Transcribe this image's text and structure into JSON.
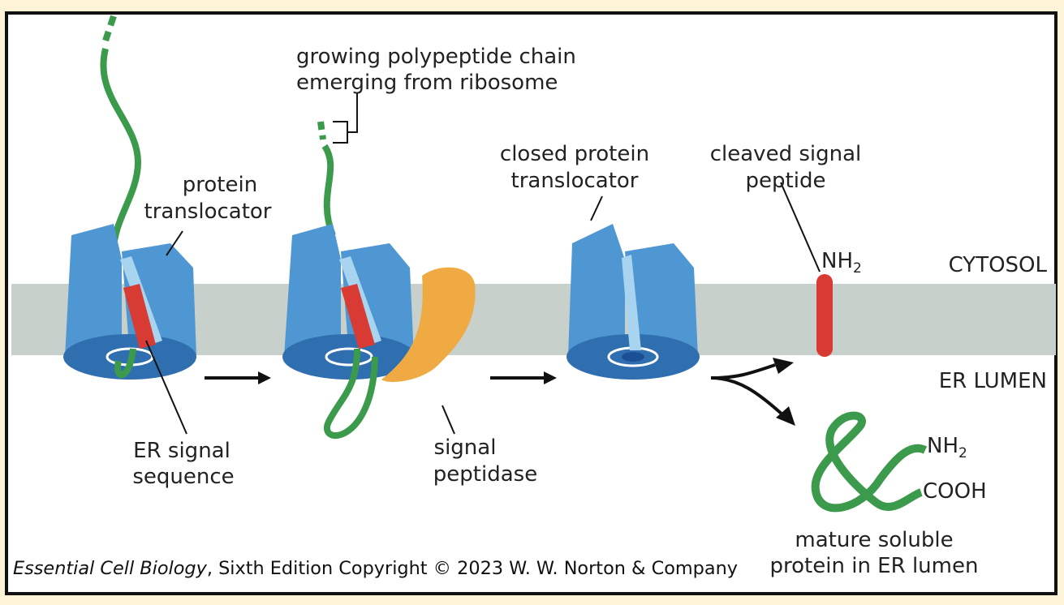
{
  "labels": {
    "growing_chain_line1": "growing polypeptide chain",
    "growing_chain_line2": "emerging from ribosome",
    "protein_translocator_line1": "protein",
    "protein_translocator_line2": "translocator",
    "closed_translocator_line1": "closed protein",
    "closed_translocator_line2": "translocator",
    "cleaved_signal_line1": "cleaved signal",
    "cleaved_signal_line2": "peptide",
    "cytosol": "CYTOSOL",
    "er_lumen": "ER LUMEN",
    "er_signal_line1": "ER signal",
    "er_signal_line2": "sequence",
    "signal_peptidase_line1": "signal",
    "signal_peptidase_line2": "peptidase",
    "mature_line1": "mature soluble",
    "mature_line2": "protein in ER lumen",
    "nh2_cleaved": "NH",
    "nh2_cleaved_sub": "2",
    "nh2_mature": "NH",
    "nh2_mature_sub": "2",
    "cooh": "COOH"
  },
  "credit": {
    "book_title": "Essential Cell Biology",
    "rest": ", Sixth Edition Copyright © 2023 W. W. Norton & Company"
  },
  "colors": {
    "membrane": "#c8d0cc",
    "translocator": "#4f97d2",
    "translocator_dark": "#2f6fb0",
    "translocator_light": "#a9d4f0",
    "chain": "#3b9a4b",
    "signal": "#d83a34",
    "peptidase": "#efaa44"
  }
}
